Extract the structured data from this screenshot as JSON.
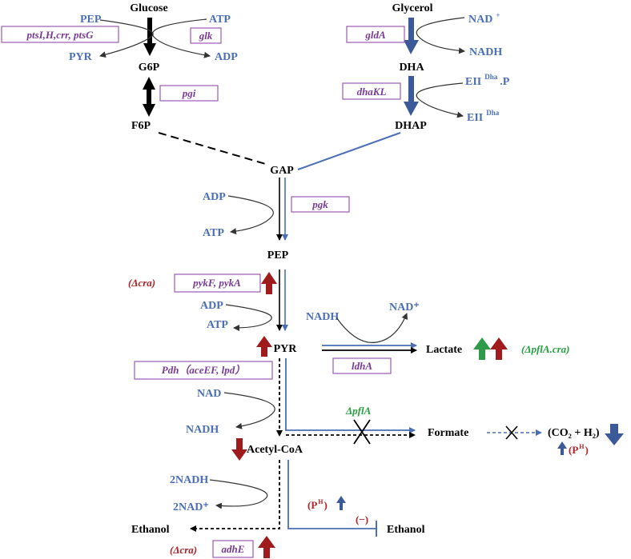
{
  "metabolites": {
    "glucose": "Glucose",
    "g6p": "G6P",
    "f6p": "F6P",
    "glycerol": "Glycerol",
    "dha": "DHA",
    "dhap": "DHAP",
    "gap": "GAP",
    "pep": "PEP",
    "pyr": "PYR",
    "acetyl_coa": "Acetyl-CoA",
    "lactate": "Lactate",
    "formate": "Formate",
    "ethanol_left": "Ethanol",
    "ethanol_right": "Ethanol",
    "co2_h2": "(CO₂ + H₂)"
  },
  "cofactors": {
    "pep": "PEP",
    "pyr": "PYR",
    "atp_top": "ATP",
    "adp_top": "ADP",
    "nad_plus_top": "NAD",
    "nad_plus_top_sup": "+",
    "nadh_top": "NADH",
    "eii_dha_p": "EII",
    "eii_dha_p_sup": "Dha",
    "eii_dha_p_suffix": ".P",
    "eii_dha": "EII",
    "eii_dha_sup": "Dha",
    "adp_gap": "ADP",
    "atp_gap": "ATP",
    "adp_pep": "ADP",
    "atp_pep": "ATP",
    "nadh_ldh": "NADH",
    "nad_plus_ldh": "NAD⁺",
    "nad_pdh": "NAD",
    "nadh_pdh": "NADH",
    "two_nadh": "2NADH",
    "two_nad_plus": "2NAD⁺"
  },
  "enzymes": {
    "pts": "ptsI,H,crr, ptsG",
    "glk": "glk",
    "pgi": "pgi",
    "glda": "gldA",
    "dhakl": "dhaKL",
    "pgk": "pgk",
    "pyk": "pykF, pykA",
    "pdh": "Pdh（aceEF, lpd）",
    "ldha": "ldhA",
    "adhe": "adhE"
  },
  "annotations": {
    "delta_cra_pyk": "(Δcra)",
    "delta_cra_adhe": "(Δcra)",
    "delta_pfla_cra": "(ΔpflA.cra)",
    "delta_pfla": "ΔpflA",
    "ph_right": "(P",
    "ph_right_sup": "H",
    "ph_right_close": ")",
    "ph_mid": "(P",
    "ph_mid_sup": "H",
    "ph_mid_close": ")",
    "minus": "(−)"
  },
  "colors": {
    "black": "#000000",
    "blue": "#4a6fb6",
    "purple": "#7a3b96",
    "red_arrow": "#a01c1c",
    "green_arrow": "#2e9a4a",
    "dark_blue_arrow": "#3c5a9a"
  }
}
